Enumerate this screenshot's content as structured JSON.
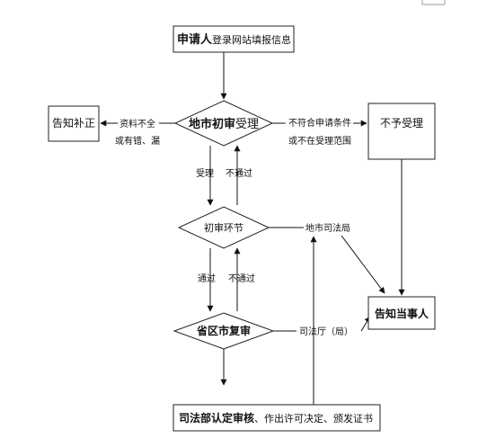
{
  "nodes": {
    "start": {
      "bold": "申请人",
      "normal": "登录网站填报信息"
    },
    "city_review": {
      "bold": "地市",
      "bold2": "初审",
      "normal": "受理"
    },
    "notify_supplement": "告知补正",
    "not_accepted": "不予受理",
    "initial_stage": "初审环节",
    "province_review": "省区市复审",
    "notify_party": "告知当事人",
    "final": {
      "bold": "司法部认定审核",
      "normal": "、作出许可决定、颁发证书"
    }
  },
  "labels": {
    "incomplete_line1": "资料不全",
    "incomplete_line2": "或有错、漏",
    "noncompliant_line1": "不符合申请条件",
    "noncompliant_line2": "或不在受理范围",
    "accept": "受理",
    "not_pass_1": "不通过",
    "city_bureau": "地市司法局",
    "pass": "通过",
    "not_pass_2": "不通过",
    "provincial_dept": "司法厅（局）"
  },
  "colors": {
    "line": "#111111",
    "border": "#222222",
    "background": "#ffffff"
  }
}
